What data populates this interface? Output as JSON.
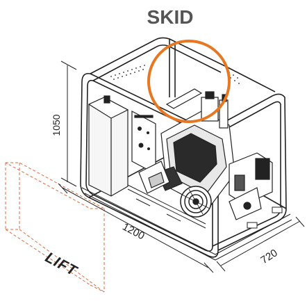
{
  "title": "SKID",
  "dimensions": {
    "height": "1050",
    "length": "1200",
    "width": "720"
  },
  "zone_label": "LIFT",
  "colors": {
    "title": "#555555",
    "text": "#222222",
    "frame": "#222222",
    "highlight_circle": "#e87722",
    "lift_outline": "#e06a3c"
  }
}
